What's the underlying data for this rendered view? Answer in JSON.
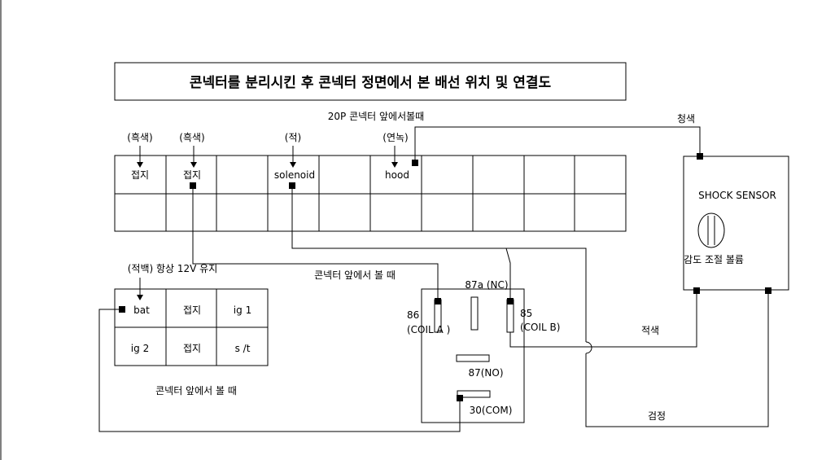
{
  "title": "콘넥터를 분리시킨 후 콘넥터 정면에서 본 배선 위치 및 연결도",
  "connector20p": {
    "caption": "20P 콘넥터 앞에서볼때",
    "wire_colors": [
      "(흑색)",
      "(흑색)",
      "(적)",
      "(연녹)"
    ],
    "cells": [
      "접지",
      "접지",
      "solenoid",
      "hood"
    ]
  },
  "power": {
    "note": "(적백) 항상 12V 유지",
    "cells": [
      "bat",
      "접지",
      "ig 1",
      "ig 2",
      "접지",
      "s /t"
    ],
    "caption": "콘넥터 앞에서 볼 때"
  },
  "relay": {
    "caption": "콘넥터 앞에서 볼 때",
    "pin87a": "87a (NC)",
    "pin86": "86",
    "pin86_name": "(COIL A )",
    "pin85": "85",
    "pin85_name": "(COIL B)",
    "pin87": "87(NO)",
    "pin30": "30(COM)"
  },
  "sensor": {
    "label": "SHOCK SENSOR",
    "knob_label": "감도 조절 볼륨"
  },
  "wires": {
    "blue": "청색",
    "red": "적색",
    "black": "검정"
  }
}
